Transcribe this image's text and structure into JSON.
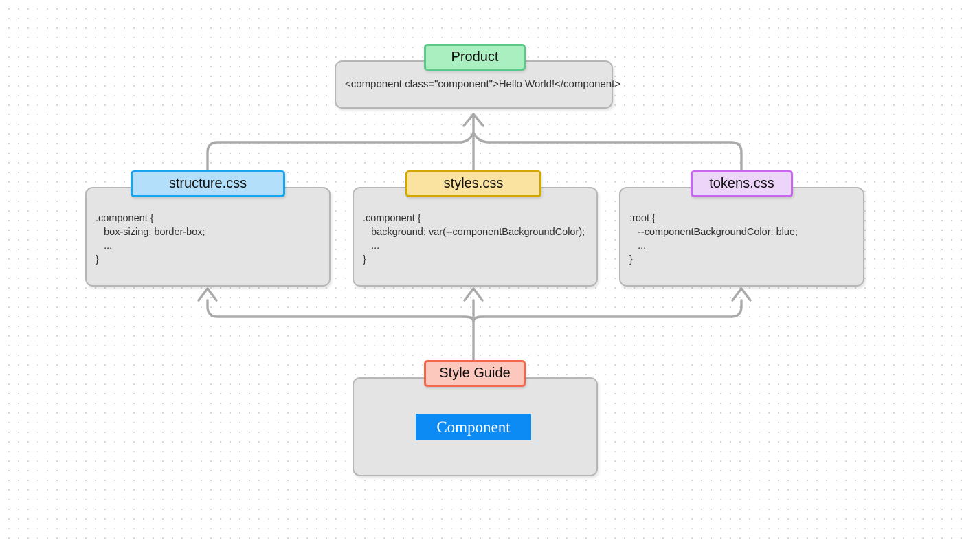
{
  "diagram": {
    "title": "CSS layering architecture diagram",
    "background": "#ffffff",
    "dot_color": "#d2d2d2",
    "connector_color": "#aaaaaa",
    "panel_fill": "#e4e4e4",
    "panel_border": "#b6b6b6"
  },
  "nodes": {
    "product": {
      "tag_label": "Product",
      "tag_fill": "#a9efc0",
      "tag_border": "#5bc888",
      "body_text": "<component class=\"component\">Hello World!</component>"
    },
    "structure": {
      "tag_label": "structure.css",
      "tag_fill": "#b3dffa",
      "tag_border": "#17a5ee",
      "code": ".component {\n   box-sizing: border-box;\n   ...\n}"
    },
    "styles": {
      "tag_label": "styles.css",
      "tag_fill": "#fae3a0",
      "tag_border": "#d1a800",
      "code": ".component {\n   background: var(--componentBackgroundColor);\n   ...\n}"
    },
    "tokens": {
      "tag_label": "tokens.css",
      "tag_fill": "#edd5fa",
      "tag_border": "#c767ee",
      "code": ":root {\n   --componentBackgroundColor: blue;\n   ...\n}"
    },
    "styleguide": {
      "tag_label": "Style Guide",
      "tag_fill": "#fcc7bc",
      "tag_border": "#f4664a",
      "button_label": "Component",
      "button_fill": "#0d8bf5",
      "button_text_color": "#ffffff"
    }
  },
  "connections": {
    "to_product": {
      "from": [
        "structure.css",
        "styles.css",
        "tokens.css"
      ],
      "to": "Product",
      "direction": "up"
    },
    "from_styleguide": {
      "from": "Style Guide",
      "to": [
        "structure.css",
        "styles.css",
        "tokens.css"
      ],
      "direction": "up"
    }
  }
}
